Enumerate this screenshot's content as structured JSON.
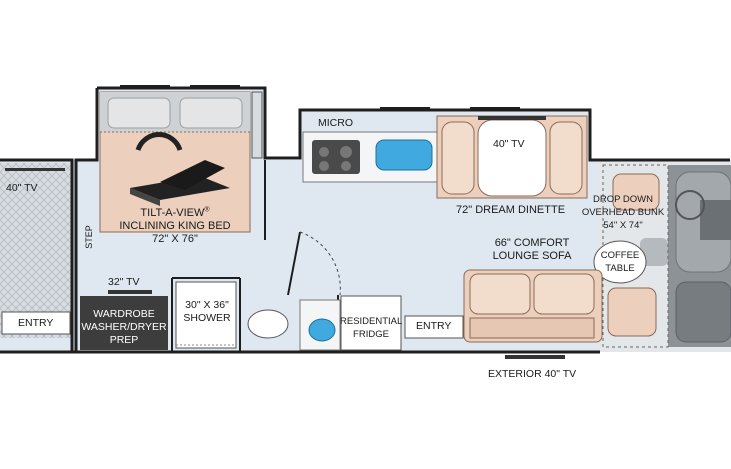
{
  "labels": {
    "bedroom_tv": "40\" TV",
    "bed_line1": "TILT-A-VIEW",
    "bed_reg": "®",
    "bed_line2": "INCLINING KING BED",
    "bed_size": "72\" X 76\"",
    "step": "STEP",
    "micro": "MICRO",
    "dinette_tv": "40\" TV",
    "dinette": "72\" DREAM DINETTE",
    "drop_down_line1": "DROP DOWN",
    "drop_down_line2": "OVERHEAD BUNK",
    "drop_down_size": "54\" X 74\"",
    "sofa_line1": "66\" COMFORT",
    "sofa_line2": "LOUNGE SOFA",
    "coffee_line1": "COFFEE",
    "coffee_line2": "TABLE",
    "wardrobe_tv": "32\" TV",
    "wardrobe_line1": "WARDROBE",
    "wardrobe_line2": "WASHER/DRYER",
    "wardrobe_line3": "PREP",
    "shower_line1": "30\" X 36\"",
    "shower_line2": "SHOWER",
    "fridge_line1": "RESIDENTIAL",
    "fridge_line2": "FRIDGE",
    "entry_rear": "ENTRY",
    "entry_main": "ENTRY",
    "exterior_tv": "EXTERIOR 40\" TV"
  },
  "colors": {
    "floor": "#dfe8f0",
    "wall": "#1e1e1e",
    "furniture_tan": "#ecd0bd",
    "furniture_line": "#8a6a56",
    "sink_blue": "#3fa9e0",
    "wardrobe_dark": "#3d3d3d",
    "cab_gray": "#8d9296",
    "garage_gray": "#c9ced3",
    "bed_gray": "#cfd2d4"
  }
}
